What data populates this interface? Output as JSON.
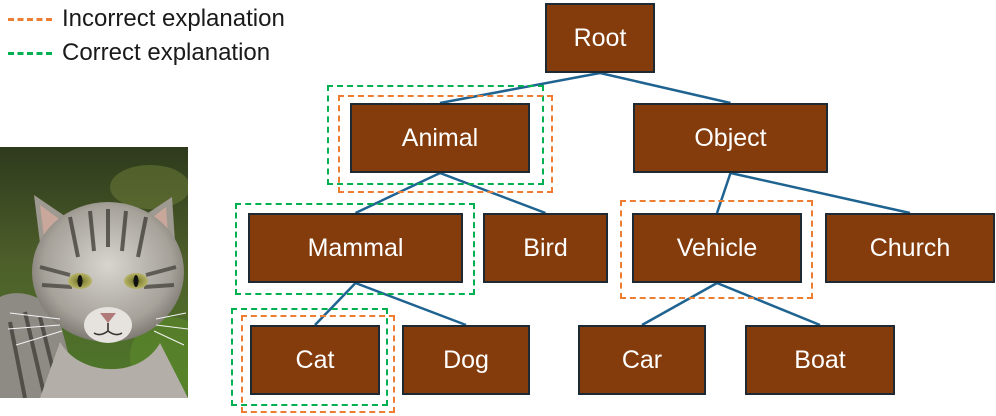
{
  "legend": [
    {
      "label": "Incorrect explanation",
      "color": "#ed7d31"
    },
    {
      "label": "Correct explanation",
      "color": "#00b050"
    }
  ],
  "colors": {
    "node_fill": "#843c0c",
    "node_border": "#1e2a33",
    "node_text": "#ffffff",
    "edge": "#1f6391"
  },
  "tree": {
    "nodes": [
      {
        "id": "root",
        "label": "Root"
      },
      {
        "id": "animal",
        "label": "Animal",
        "parent": "root"
      },
      {
        "id": "object",
        "label": "Object",
        "parent": "root"
      },
      {
        "id": "mammal",
        "label": "Mammal",
        "parent": "animal"
      },
      {
        "id": "bird",
        "label": "Bird",
        "parent": "animal"
      },
      {
        "id": "vehicle",
        "label": "Vehicle",
        "parent": "object"
      },
      {
        "id": "church",
        "label": "Church",
        "parent": "object"
      },
      {
        "id": "cat",
        "label": "Cat",
        "parent": "mammal"
      },
      {
        "id": "dog",
        "label": "Dog",
        "parent": "mammal"
      },
      {
        "id": "car",
        "label": "Car",
        "parent": "vehicle"
      },
      {
        "id": "boat",
        "label": "Boat",
        "parent": "vehicle"
      }
    ],
    "correct_path": [
      "animal",
      "mammal",
      "cat"
    ],
    "incorrect_path": [
      "animal",
      "vehicle",
      "cat"
    ]
  },
  "image": {
    "subject": "tabby-cat-photo"
  }
}
